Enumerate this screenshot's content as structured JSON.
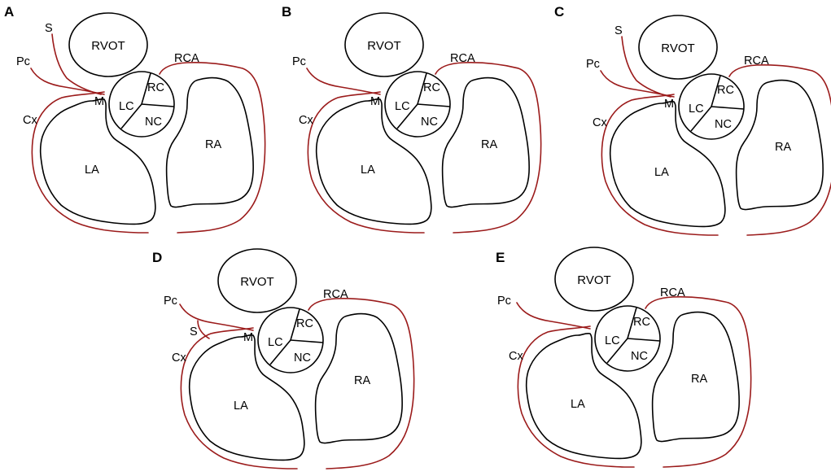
{
  "colors": {
    "artery": "#9b1b1b",
    "outline": "#000000",
    "background": "#ffffff"
  },
  "panels": [
    {
      "letter": "A",
      "labels": {
        "rvot": "RVOT",
        "rca": "RCA",
        "pc": "Pc",
        "s": "S",
        "m": "M",
        "cx": "Cx",
        "lc": "LC",
        "rc": "RC",
        "nc": "NC",
        "la": "LA",
        "ra": "RA"
      }
    },
    {
      "letter": "B",
      "labels": {
        "rvot": "RVOT",
        "rca": "RCA",
        "pc": "Pc",
        "m": "M",
        "cx": "Cx",
        "lc": "LC",
        "rc": "RC",
        "nc": "NC",
        "la": "LA",
        "ra": "RA"
      }
    },
    {
      "letter": "C",
      "labels": {
        "rvot": "RVOT",
        "rca": "RCA",
        "pc": "Pc",
        "s": "S",
        "m": "M",
        "cx": "Cx",
        "lc": "LC",
        "rc": "RC",
        "nc": "NC",
        "la": "LA",
        "ra": "RA"
      }
    },
    {
      "letter": "D",
      "labels": {
        "rvot": "RVOT",
        "rca": "RCA",
        "pc": "Pc",
        "s": "S",
        "m": "M",
        "cx": "Cx",
        "lc": "LC",
        "rc": "RC",
        "nc": "NC",
        "la": "LA",
        "ra": "RA"
      }
    },
    {
      "letter": "E",
      "labels": {
        "rvot": "RVOT",
        "rca": "RCA",
        "pc": "Pc",
        "cx": "Cx",
        "lc": "LC",
        "rc": "RC",
        "nc": "NC",
        "la": "LA",
        "ra": "RA"
      }
    }
  ]
}
